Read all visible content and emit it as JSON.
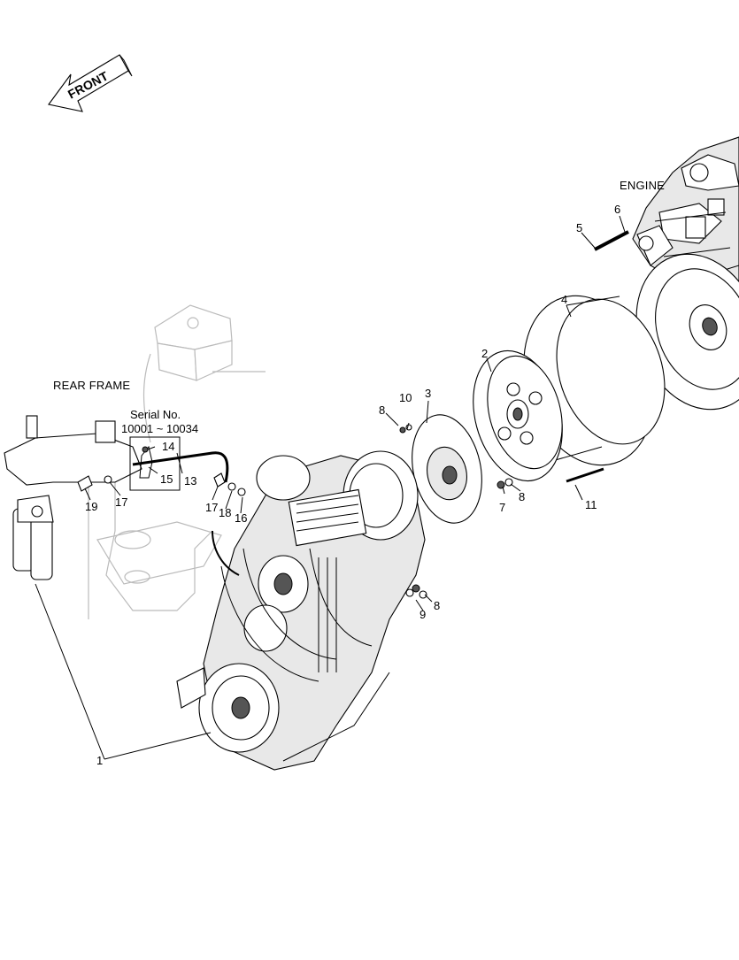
{
  "front_arrow": {
    "text": "FRONT"
  },
  "captions": {
    "engine": "ENGINE",
    "rear_frame": "REAR FRAME",
    "serial_title": "Serial No.",
    "serial_range": "10001 ~ 10034"
  },
  "callouts": {
    "c1": "1",
    "c2": "2",
    "c3": "3",
    "c4": "4",
    "c5": "5",
    "c6": "6",
    "c7a": "7",
    "c8a": "8",
    "c8b": "8",
    "c8c": "8",
    "c9": "9",
    "c10": "10",
    "c11": "11",
    "c13": "13",
    "c14": "14",
    "c15": "15",
    "c16": "16",
    "c17a": "17",
    "c17b": "17",
    "c18": "18",
    "c19": "19"
  }
}
